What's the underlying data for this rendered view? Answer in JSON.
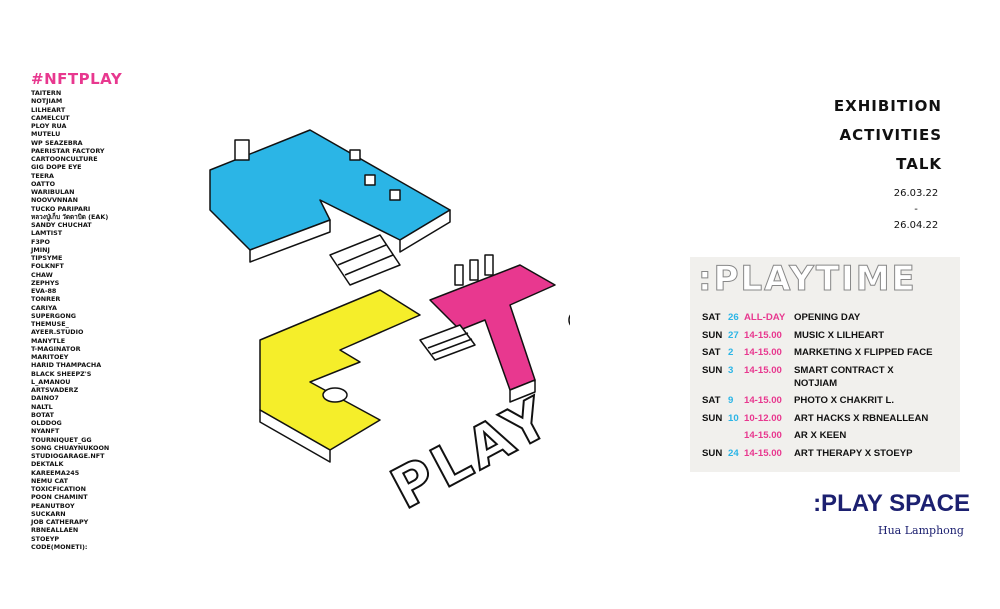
{
  "hashtag": "#NFTPLAY",
  "artists": [
    "TAITERN",
    "NOTJIAM",
    "LILHEART",
    "CAMELCUT",
    "PLOY RUA",
    "MUTELU",
    "WP SEAZEBRA",
    "PAERISTAR FACTORY",
    "CARTOONCULTURE",
    "GIG DOPE EYE",
    "TEERA",
    "OATTO",
    "WARIBULAN",
    "NOOVVNNAN",
    "TUCKO PARIPARI",
    "หลวงปู่เก็บ วัดดาบิด (EAK)",
    "SANDY CHUCHAT",
    "LAMTIST",
    "F3PO",
    "JMINJ",
    "TIPSYME",
    "FOLKNFT",
    "CHAW",
    "ZEPHYS",
    "EVA-88",
    "TONRER",
    "CARIYA",
    "SUPERGONG",
    "THEMUSE_",
    "AYEER.STUDIO",
    "MANYTLE",
    "T-MAGINATOR",
    "MARITOEY",
    "HARID THAMPACHA",
    "BLACK SHEEPZ'S",
    "L_AMANOU",
    "ARTSVADERZ",
    "DAINO7",
    "NALTL",
    "BOTAT",
    "OLDDOG",
    "NYANFT",
    "TOURNIQUET_GG",
    "SONG CHUAYNUKOON",
    "STUDIOGARAGE.NFT",
    "DEKTALK",
    "KAREEMA245",
    "NEMU CAT",
    "TOXICFICATION",
    "POON CHAMINT",
    "PEANUTBOY",
    "SUCKARN",
    "JOB CATHERAPY",
    "RBNEALLAEN",
    "STOEYP",
    "CODE(MONETI):"
  ],
  "illustration_text": "PLAY",
  "headline": [
    "EXHIBITION",
    "ACTIVITIES",
    "TALK"
  ],
  "dates": {
    "start": "26.03.22",
    "sep": "-",
    "end": "26.04.22"
  },
  "playtime": {
    "title": ":PLAYTIME",
    "rows": [
      {
        "day": "SAT",
        "date": "26",
        "time": "ALL-DAY",
        "event": "OPENING DAY"
      },
      {
        "day": "SUN",
        "date": "27",
        "time": "14-15.00",
        "event": "MUSIC X LILHEART"
      },
      {
        "day": "SAT",
        "date": "2",
        "time": "14-15.00",
        "event": "MARKETING X FLIPPED FACE"
      },
      {
        "day": "SUN",
        "date": "3",
        "time": "14-15.00",
        "event": "SMART CONTRACT X NOTJIAM"
      },
      {
        "day": "SAT",
        "date": "9",
        "time": "14-15.00",
        "event": "PHOTO X CHAKRIT L."
      },
      {
        "day": "SUN",
        "date": "10",
        "time": "10-12.00",
        "event": "ART HACKS X RBNEALLEAN"
      },
      {
        "day": "",
        "date": "",
        "time": "14-15.00",
        "event": "AR X KEEN"
      },
      {
        "day": "SUN",
        "date": "24",
        "time": "14-15.00",
        "event": "ART THERAPY X STOEYP"
      }
    ]
  },
  "logo": {
    "name": ":PLAY SPACE",
    "sub": "Hua Lamphong"
  },
  "colors": {
    "pink": "#e8388f",
    "blue": "#2bb5e6",
    "yellow": "#f5ee2a",
    "navy": "#1c2070"
  }
}
